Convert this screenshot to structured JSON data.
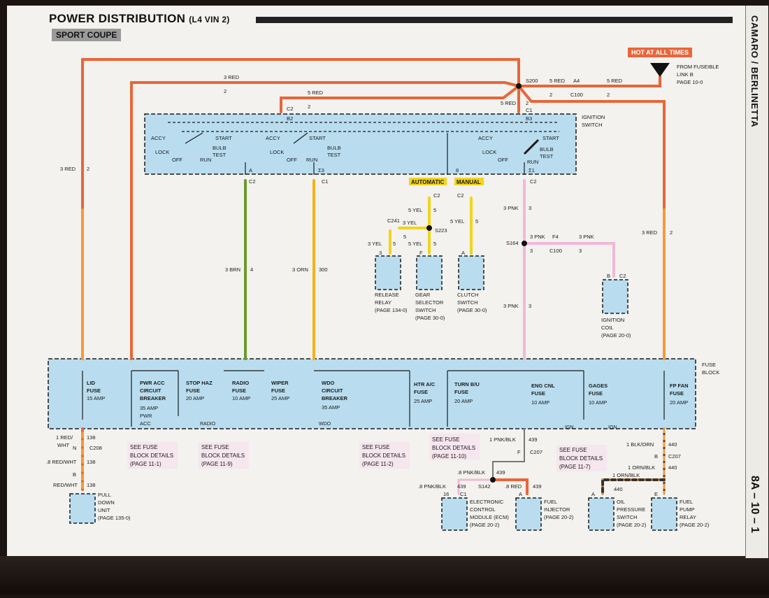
{
  "header": {
    "title": "POWER DISTRIBUTION",
    "title_suffix": "(L4 VIN 2)",
    "subtitle": "SPORT COUPE",
    "side_title": "CAMARO / BERLINETTA",
    "page_number": "8A – 10 – 1",
    "hot_label": "HOT AT ALL TIMES"
  },
  "source": {
    "letter": "A",
    "lines": [
      "FROM FUSEIBLE",
      "LINK B",
      "PAGE 10-0"
    ]
  },
  "splices": {
    "s200": "S200",
    "s223": "S223",
    "s164": "S164",
    "s142": "S142"
  },
  "ignition_switch": {
    "label_line1": "IGNITION",
    "label_line2": "SWITCH",
    "accy": "ACCY",
    "lock": "LOCK",
    "off": "OFF",
    "run": "RUN",
    "start": "START",
    "bulb": "BULB",
    "test": "TEST"
  },
  "wires": {
    "red3": "3 RED",
    "red5": "5 RED",
    "n2": "2",
    "brn": "3 BRN",
    "brn_num": "4",
    "orn": "3 ORN",
    "orn_num": "300",
    "yel5": "5 YEL",
    "yel3": "3 YEL",
    "n5": "5",
    "n3": "3",
    "pnk3": "3 PNK",
    "pnkblk1": "1 PNK/BLK",
    "pnkblk8": ".8 PNK/BLK",
    "n439": "439",
    "red8": ".8 RED",
    "blkorn": "1 BLK/ORN",
    "n440": "440",
    "ornblk": "1 ORN/BLK",
    "redwht1": "1 RED/",
    "wht": "WHT",
    "redwht8": ".8 RED/WHT",
    "redwht": "RED/WHT",
    "n138": "138"
  },
  "connectors": {
    "a4": "A4",
    "c100": "C100",
    "c1": "C1",
    "c2": "C2",
    "b2": "B2",
    "b3": "B3",
    "c241": "C241",
    "f4": "F4",
    "c208": "C208",
    "c207": "C207",
    "a": "A",
    "b": "B",
    "f": "F",
    "e": "E",
    "n": "N",
    "n8": "8",
    "n16": "16",
    "s1": "Σ1",
    "s3": "Σ3"
  },
  "selector": {
    "automatic": "AUTOMATIC",
    "manual": "MANUAL"
  },
  "components": {
    "release_relay": [
      "RELEASE",
      "RELAY",
      "(PAGE 134-0)"
    ],
    "gear_selector": [
      "GEAR",
      "SELECTOR",
      "SWITCH",
      "(PAGE 30-0)"
    ],
    "clutch": [
      "CLUTCH",
      "SWITCH",
      "(PAGE 30-0)"
    ],
    "ignition_coil": [
      "IGNITION",
      "COIL",
      "(PAGE 20-0)"
    ],
    "pulldown": [
      "PULL",
      "DOWN",
      "UNIT",
      "(PAGE 135-0)"
    ],
    "ecm": [
      "ELECTRONIC",
      "CONTROL",
      "MODULE (ECM)",
      "(PAGE 20-2)"
    ],
    "injector": [
      "FUEL",
      "INJECTOR",
      "(PAGE 20-2)"
    ],
    "oil": [
      "OIL",
      "PRESSURE",
      "SWITCH",
      "(PAGE 20-2)"
    ],
    "fuelpump": [
      "FUEL",
      "PUMP",
      "RELAY",
      "(PAGE 20-2)"
    ]
  },
  "fuse_block": {
    "label": [
      "FUSE",
      "BLOCK"
    ],
    "fuses": [
      {
        "lines": [
          "LID",
          "FUSE"
        ],
        "rating": "15 AMP"
      },
      {
        "lines": [
          "PWR ACC",
          "CIRCUIT",
          "BREAKER"
        ],
        "rating": "35 AMP",
        "extra": [
          "PWR",
          "ACC"
        ]
      },
      {
        "lines": [
          "STOP HAZ",
          "FUSE"
        ],
        "rating": "20 AMP"
      },
      {
        "lines": [
          "RADIO",
          "FUSE"
        ],
        "rating": "10 AMP"
      },
      {
        "lines": [
          "WIPER",
          "FUSE"
        ],
        "rating": "25 AMP"
      },
      {
        "lines": [
          "WDO",
          "CIRCUIT",
          "BREAKER"
        ],
        "rating": "35 AMP"
      },
      {
        "lines": [
          "HTR A/C",
          "FUSE"
        ],
        "rating": "25 AMP"
      },
      {
        "lines": [
          "TURN B/U",
          "FUSE"
        ],
        "rating": "20 AMP"
      },
      {
        "lines": [
          "ENG CNL",
          "FUSE"
        ],
        "rating": "10 AMP"
      },
      {
        "lines": [
          "GAGES",
          "FUSE"
        ],
        "rating": "10 AMP"
      },
      {
        "lines": [
          "FP FAN",
          "FUSE"
        ],
        "rating": "20 AMP"
      }
    ],
    "radio": "RADIO",
    "wdo": "WDO",
    "ign": "IGN"
  },
  "details": [
    {
      "lines": [
        "SEE FUSE",
        "BLOCK DETAILS",
        "(PAGE 11-1)"
      ]
    },
    {
      "lines": [
        "SEE FUSE",
        "BLOCK DETAILS",
        "(PAGE 11-9)"
      ]
    },
    {
      "lines": [
        "SEE FUSE",
        "BLOCK DETAILS",
        "(PAGE 11-2)"
      ]
    },
    {
      "lines": [
        "SEE FUSE",
        "BLOCK DETAILS",
        "(PAGE 11-10)"
      ]
    },
    {
      "lines": [
        "SEE FUSE",
        "BLOCK DETAILS",
        "(PAGE 11-7)"
      ]
    }
  ],
  "colors": {
    "red_wire": "#e8663a",
    "orange_wire": "#f39a3a",
    "brown_wire": "#6b9a2a",
    "yellow_wire": "#f2d41a",
    "pink_wire": "#f2b8d8",
    "fill_blue": "#b9ddef"
  }
}
